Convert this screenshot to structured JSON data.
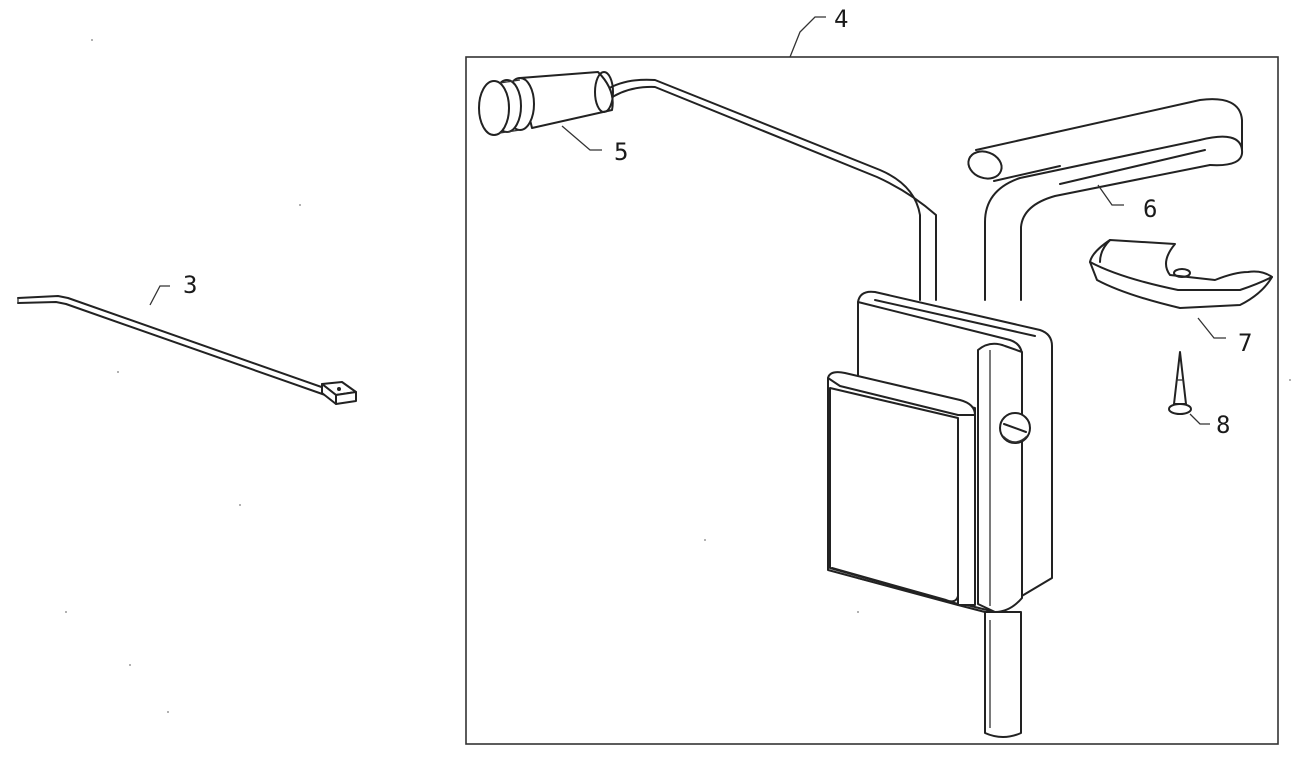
{
  "callouts": {
    "c3": "3",
    "c4": "4",
    "c5": "5",
    "c6": "6",
    "c7": "7",
    "c8": "8"
  },
  "colors": {
    "ink": "#222222",
    "background": "#ffffff"
  }
}
